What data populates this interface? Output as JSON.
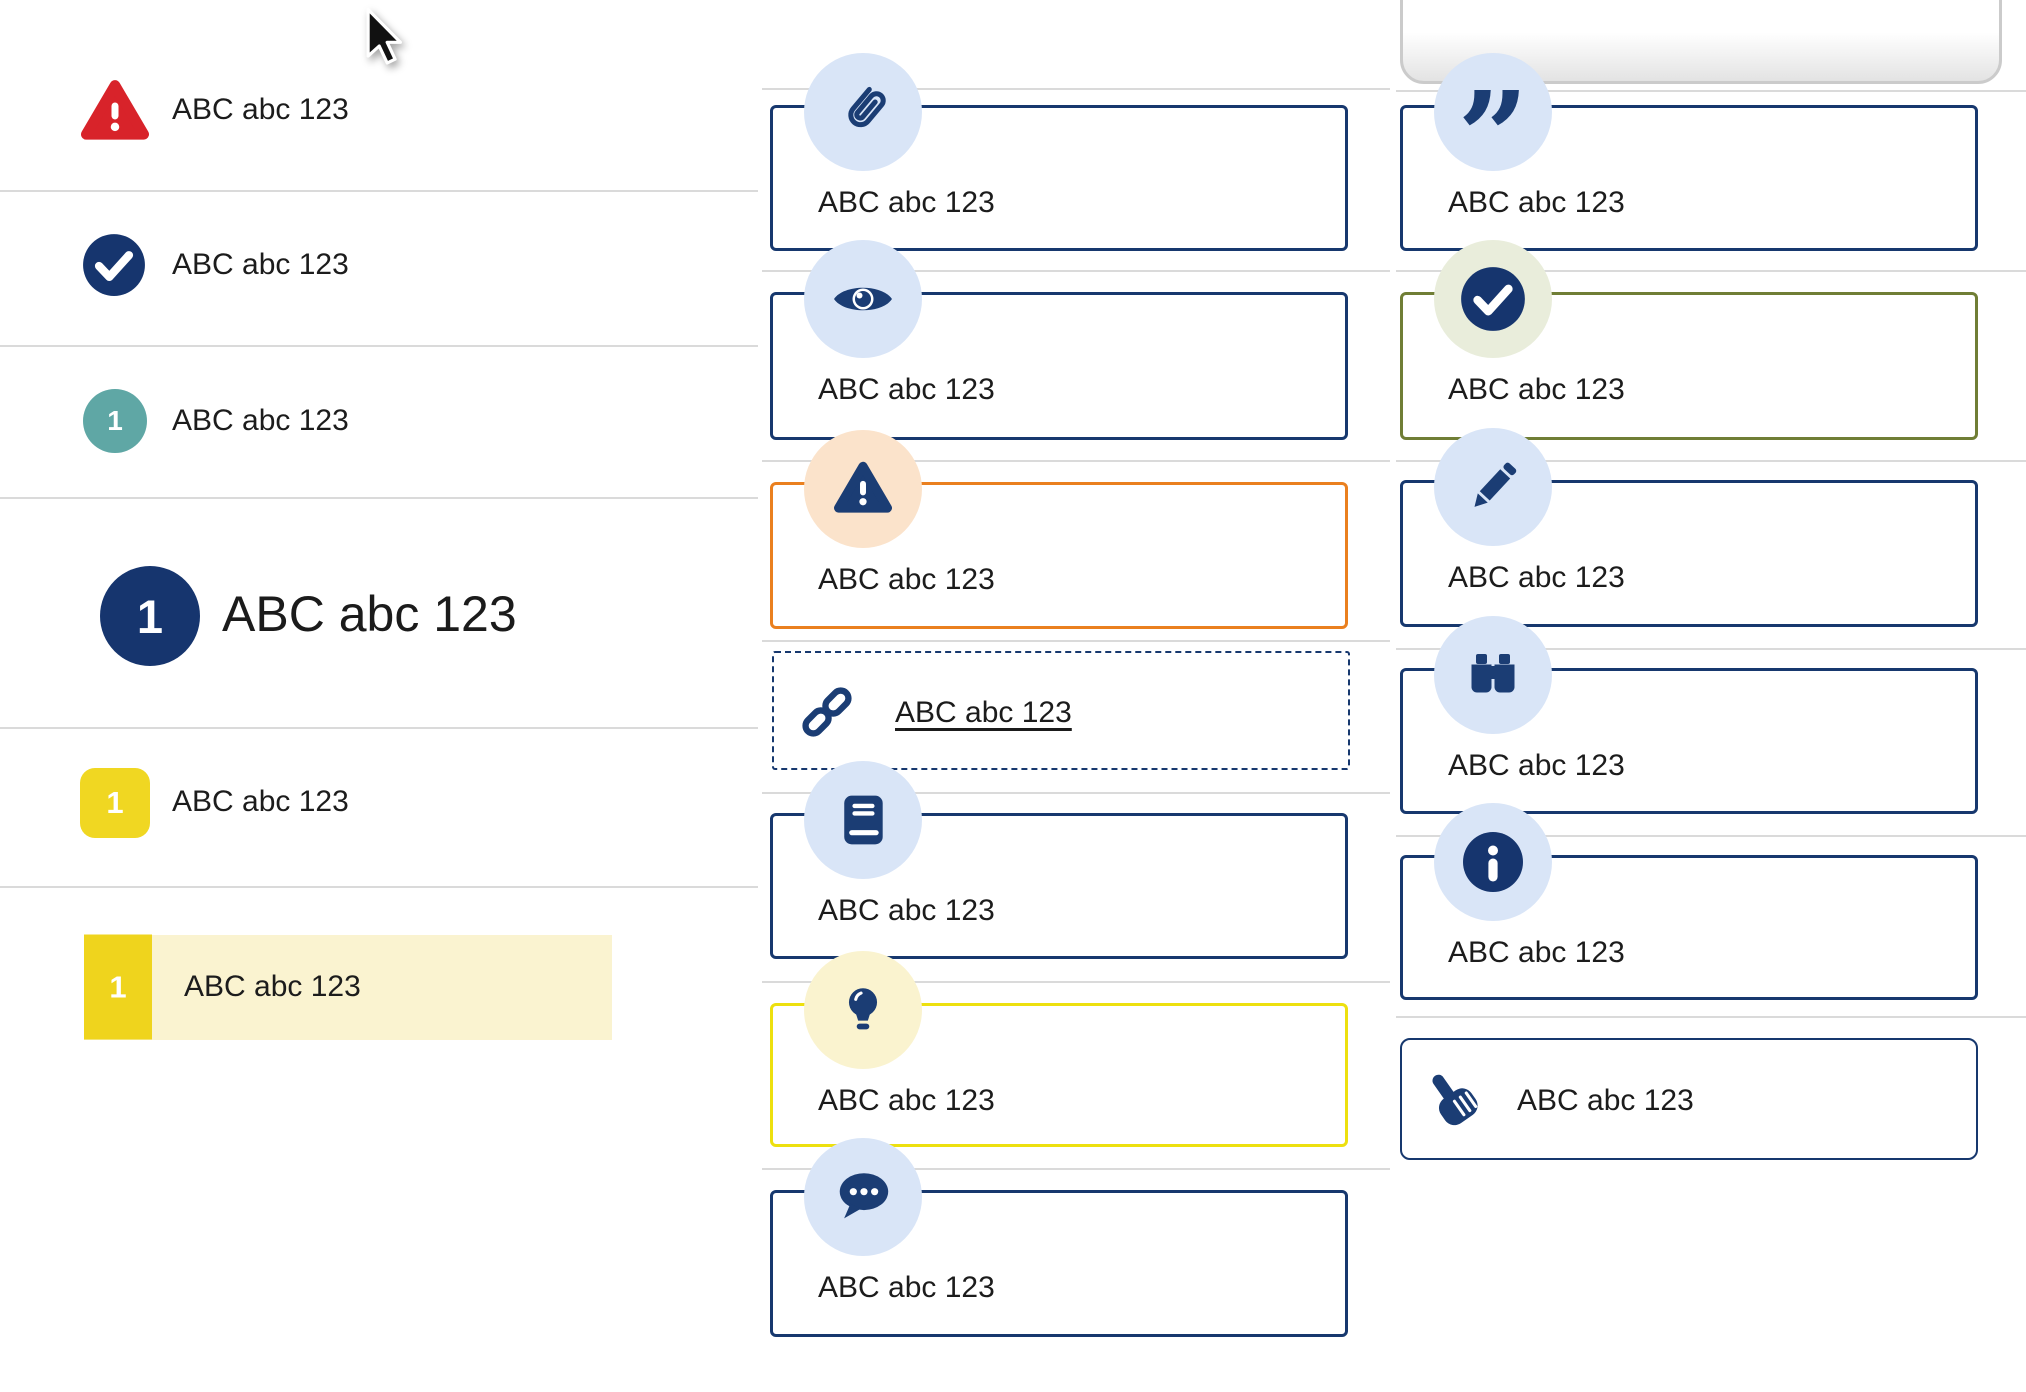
{
  "colors": {
    "navy_border": "#17386E",
    "navy_icon": "#1B3D74",
    "light_blue_circle": "#D9E5F7",
    "peach_circle": "#FBE3CB",
    "sage_circle": "#E9EDDB",
    "pale_yellow_circle": "#FAF3CF",
    "orange_border": "#EA801F",
    "olive_border": "#707E35",
    "yellow_border": "#EDE00F",
    "red_alert": "#D8232A",
    "teal_badge": "#5FA7A5",
    "dark_navy_badge": "#16356E",
    "yellow_square": "#F0D722",
    "highlight_band": "#FAF3D0",
    "separator": "#DADADA",
    "text": "#1C1C1C"
  },
  "left_panel": {
    "items": [
      {
        "icon": "alert-triangle-icon",
        "label": "ABC abc 123"
      },
      {
        "icon": "check-circle-icon",
        "label": "ABC abc 123"
      },
      {
        "icon": "number-badge-teal",
        "badge": "1",
        "label": "ABC abc 123"
      },
      {
        "icon": "number-circle-navy",
        "badge": "1",
        "label": "ABC abc 123"
      },
      {
        "icon": "number-square-yellow",
        "badge": "1",
        "label": "ABC abc 123"
      },
      {
        "icon": "number-square-yellow",
        "badge": "1",
        "label": "ABC abc 123",
        "state": "highlighted"
      }
    ]
  },
  "middle_column": {
    "callouts": [
      {
        "icon": "paperclip-icon",
        "variant": "navy",
        "label": "ABC abc 123"
      },
      {
        "icon": "eye-icon",
        "variant": "navy",
        "label": "ABC abc 123"
      },
      {
        "icon": "alert-triangle-icon",
        "variant": "orange",
        "label": "ABC abc 123"
      },
      {
        "icon": "link-icon",
        "variant": "dashed",
        "label": "ABC abc 123"
      },
      {
        "icon": "book-icon",
        "variant": "navy",
        "label": "ABC abc 123"
      },
      {
        "icon": "lightbulb-icon",
        "variant": "yellow",
        "label": "ABC abc 123"
      },
      {
        "icon": "chat-bubble-icon",
        "variant": "navy",
        "label": "ABC abc 123"
      }
    ]
  },
  "right_column": {
    "callouts": [
      {
        "icon": "quote-icon",
        "variant": "navy",
        "label": "ABC abc 123",
        "glyph": "”"
      },
      {
        "icon": "check-circle-icon",
        "variant": "olive",
        "label": "ABC abc 123"
      },
      {
        "icon": "pencil-icon",
        "variant": "navy",
        "label": "ABC abc 123"
      },
      {
        "icon": "binoculars-icon",
        "variant": "navy",
        "label": "ABC abc 123"
      },
      {
        "icon": "info-circle-icon",
        "variant": "navy",
        "label": "ABC abc 123"
      },
      {
        "icon": "hand-pointer-icon",
        "variant": "hand",
        "label": "ABC abc 123"
      }
    ]
  }
}
